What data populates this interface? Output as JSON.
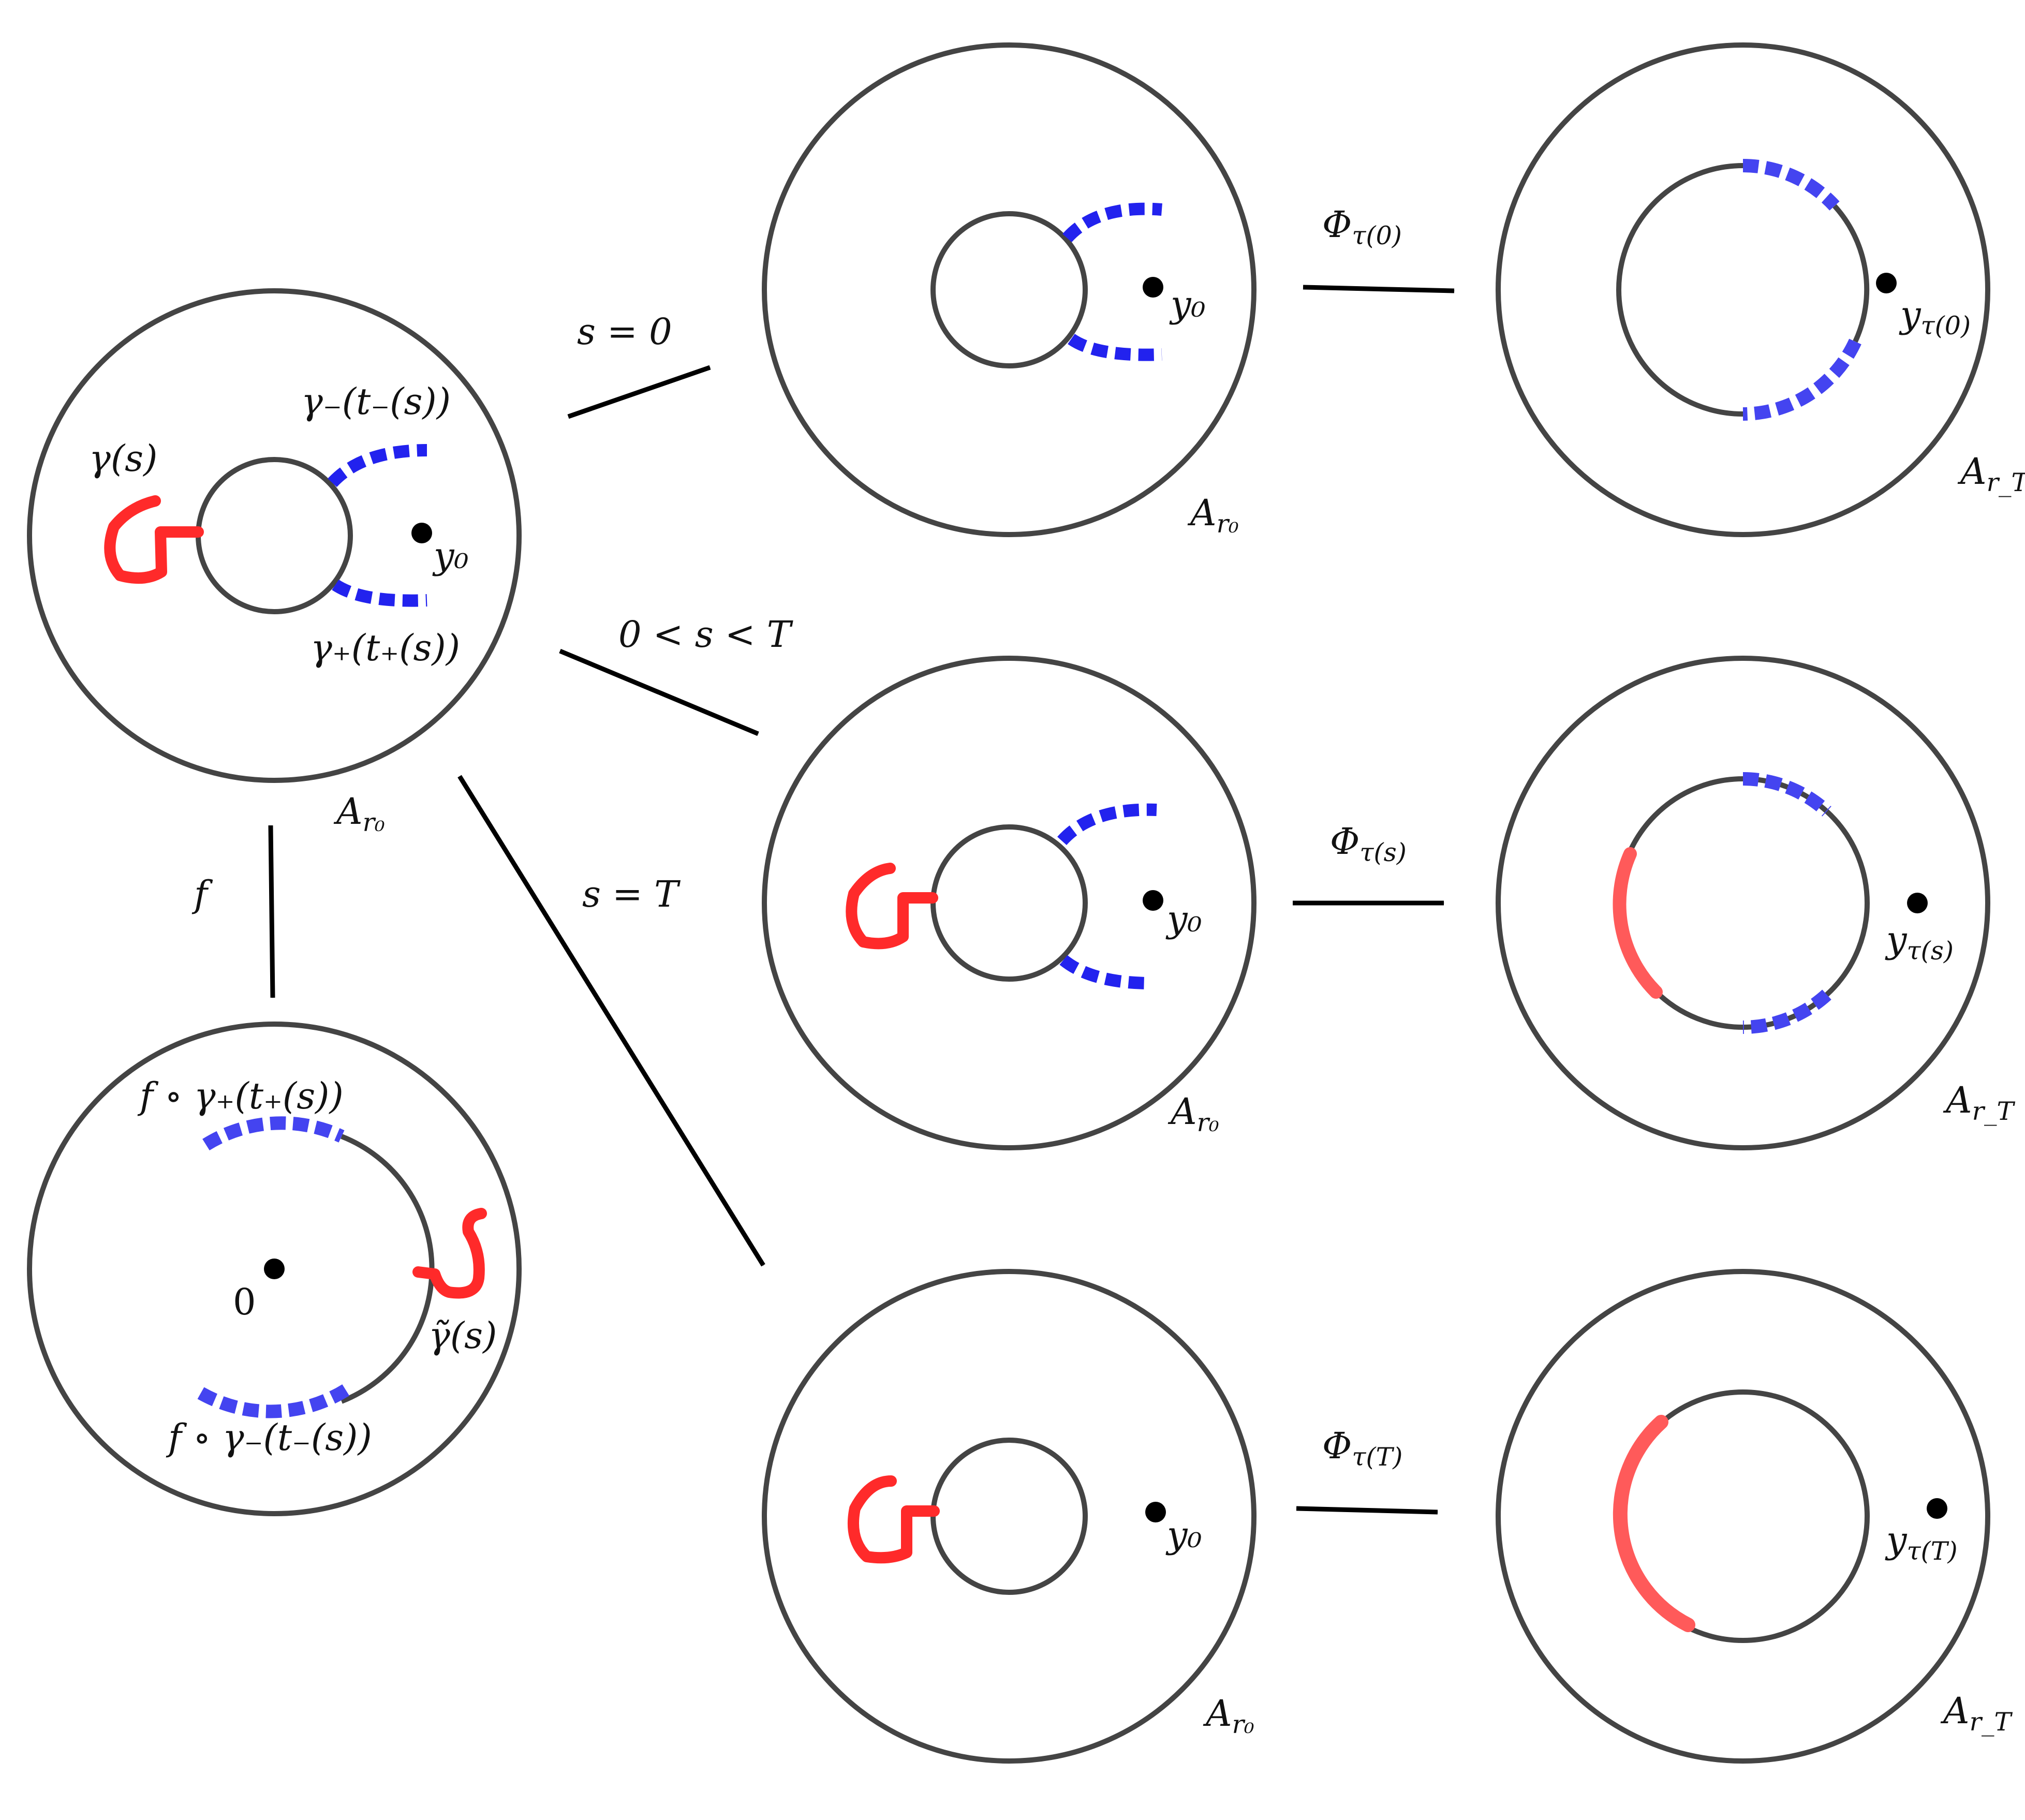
{
  "colors": {
    "stroke": "#444444",
    "red": "#ff2a2a",
    "red_light": "#ff5a5a",
    "blue": "#2222ee",
    "blue_light": "#4444f0",
    "point": "#000000",
    "arrow": "#000000"
  },
  "labels": {
    "gamma_s": "γ(s)",
    "gamma_minus": "γ₋(t₋(s))",
    "gamma_plus": "γ₊(t₊(s))",
    "y0": "y₀",
    "A_r0": "A",
    "A_r0_sub": "r₀",
    "A_rT": "A",
    "A_rT_sub": "r_T",
    "s_eq_0": "s = 0",
    "s_mid": "0 < s < T",
    "s_eq_T": "s = T",
    "f": "f",
    "f_gamma_plus": "f ∘ γ₊(t₊(s))",
    "f_gamma_minus": "f ∘ γ₋(t₋(s))",
    "origin": "0",
    "gamma_tilde": "γ̃(s)",
    "phi_0": "Φ",
    "phi_0_sub": "τ(0)",
    "phi_s": "Φ",
    "phi_s_sub": "τ(s)",
    "phi_T": "Φ",
    "phi_T_sub": "τ(T)",
    "y_tau_0": "y",
    "y_tau_0_sub": "τ(0)",
    "y_tau_s": "y",
    "y_tau_s_sub": "τ(s)",
    "y_tau_T": "y",
    "y_tau_T_sub": "τ(T)"
  }
}
